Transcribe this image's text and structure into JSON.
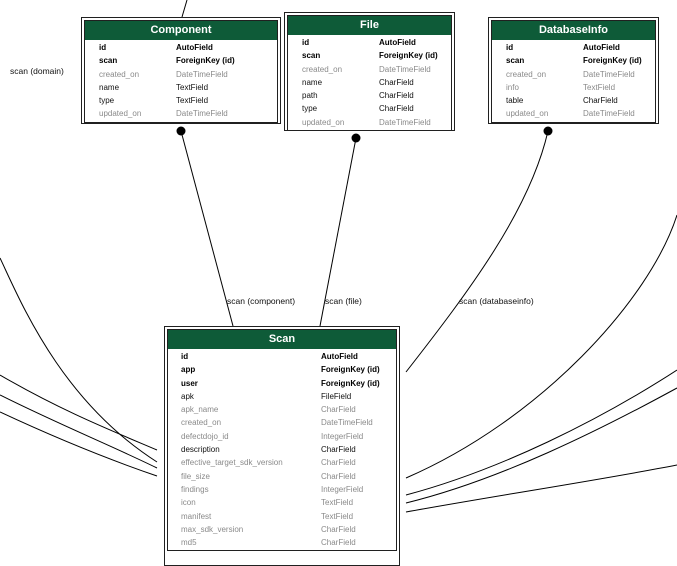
{
  "colors": {
    "header_bg": "#0e5b38",
    "header_text": "#ffffff",
    "line": "#000000",
    "optional_field": "#8a8a8a"
  },
  "entities": {
    "component": {
      "title": "Component",
      "fields": [
        {
          "name": "id",
          "type": "AutoField",
          "style": "key"
        },
        {
          "name": "scan",
          "type": "ForeignKey (id)",
          "style": "key"
        },
        {
          "name": "created_on",
          "type": "DateTimeField",
          "style": "opt"
        },
        {
          "name": "name",
          "type": "TextField",
          "style": "req"
        },
        {
          "name": "type",
          "type": "TextField",
          "style": "req"
        },
        {
          "name": "updated_on",
          "type": "DateTimeField",
          "style": "opt"
        }
      ]
    },
    "file": {
      "title": "File",
      "fields": [
        {
          "name": "id",
          "type": "AutoField",
          "style": "key"
        },
        {
          "name": "scan",
          "type": "ForeignKey (id)",
          "style": "key"
        },
        {
          "name": "created_on",
          "type": "DateTimeField",
          "style": "opt"
        },
        {
          "name": "name",
          "type": "CharField",
          "style": "req"
        },
        {
          "name": "path",
          "type": "CharField",
          "style": "req"
        },
        {
          "name": "type",
          "type": "CharField",
          "style": "req"
        },
        {
          "name": "updated_on",
          "type": "DateTimeField",
          "style": "opt"
        }
      ]
    },
    "databaseinfo": {
      "title": "DatabaseInfo",
      "fields": [
        {
          "name": "id",
          "type": "AutoField",
          "style": "key"
        },
        {
          "name": "scan",
          "type": "ForeignKey (id)",
          "style": "key"
        },
        {
          "name": "created_on",
          "type": "DateTimeField",
          "style": "opt"
        },
        {
          "name": "info",
          "type": "TextField",
          "style": "opt"
        },
        {
          "name": "table",
          "type": "CharField",
          "style": "req"
        },
        {
          "name": "updated_on",
          "type": "DateTimeField",
          "style": "opt"
        }
      ]
    },
    "scan": {
      "title": "Scan",
      "fields": [
        {
          "name": "id",
          "type": "AutoField",
          "style": "key"
        },
        {
          "name": "app",
          "type": "ForeignKey (id)",
          "style": "key"
        },
        {
          "name": "user",
          "type": "ForeignKey (id)",
          "style": "key"
        },
        {
          "name": "apk",
          "type": "FileField",
          "style": "req"
        },
        {
          "name": "apk_name",
          "type": "CharField",
          "style": "opt"
        },
        {
          "name": "created_on",
          "type": "DateTimeField",
          "style": "opt"
        },
        {
          "name": "defectdojo_id",
          "type": "IntegerField",
          "style": "opt"
        },
        {
          "name": "description",
          "type": "CharField",
          "style": "req"
        },
        {
          "name": "effective_target_sdk_version",
          "type": "CharField",
          "style": "opt"
        },
        {
          "name": "file_size",
          "type": "CharField",
          "style": "opt"
        },
        {
          "name": "findings",
          "type": "IntegerField",
          "style": "opt"
        },
        {
          "name": "icon",
          "type": "TextField",
          "style": "opt"
        },
        {
          "name": "manifest",
          "type": "TextField",
          "style": "opt"
        },
        {
          "name": "max_sdk_version",
          "type": "CharField",
          "style": "opt"
        },
        {
          "name": "md5",
          "type": "CharField",
          "style": "opt"
        }
      ]
    }
  },
  "edge_labels": {
    "domain": "scan (domain)",
    "component": "scan (component)",
    "file": "scan (file)",
    "databaseinfo": "scan (databaseinfo)"
  }
}
